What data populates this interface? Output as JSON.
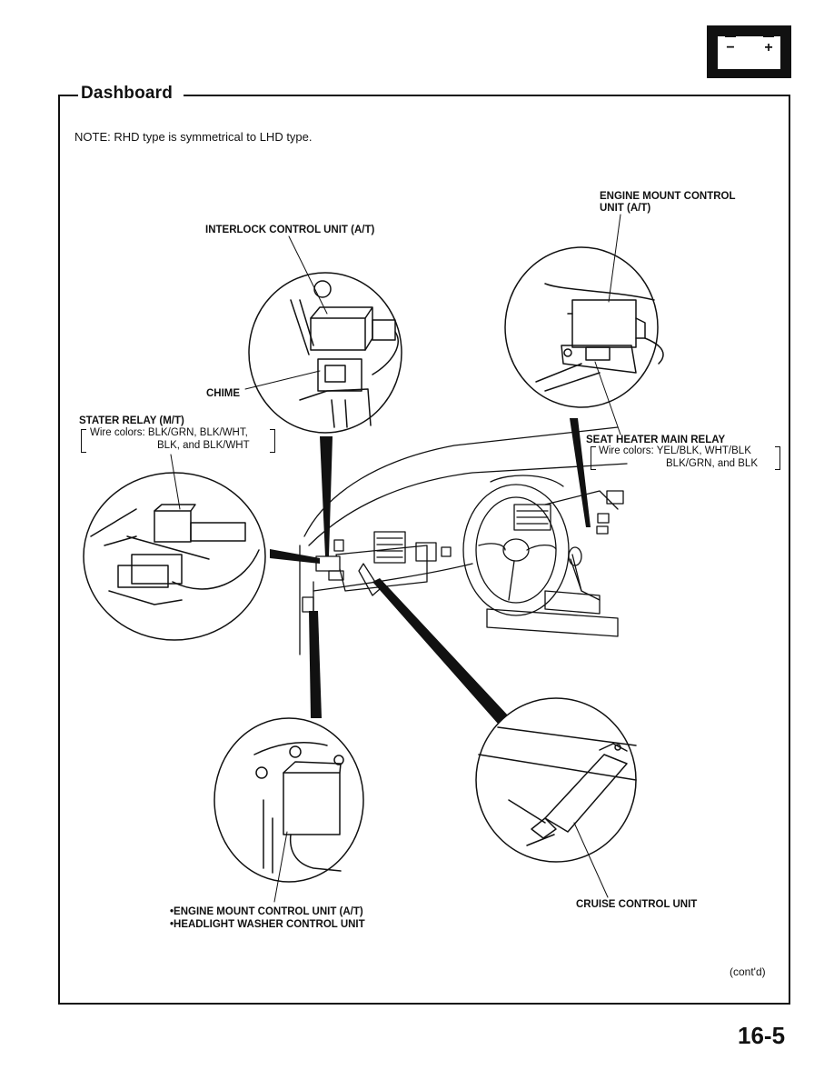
{
  "header": {
    "section_title": "Dashboard",
    "note": "NOTE: RHD type is symmetrical to LHD type."
  },
  "callouts": {
    "interlock": "INTERLOCK CONTROL UNIT (A/T)",
    "engine_mount_top_line1": "ENGINE MOUNT CONTROL",
    "engine_mount_top_line2": "UNIT (A/T)",
    "chime": "CHIME",
    "starter_relay": "STATER RELAY (M/T)",
    "starter_wires_line1": "Wire colors: BLK/GRN, BLK/WHT,",
    "starter_wires_line2": "BLK, and BLK/WHT",
    "seat_heater": "SEAT HEATER MAIN RELAY",
    "seat_wires_line1": "Wire colors: YEL/BLK, WHT/BLK",
    "seat_wires_line2": "BLK/GRN, and BLK",
    "bottom_left_line1": "•ENGINE MOUNT CONTROL UNIT (A/T)",
    "bottom_left_line2": "•HEADLIGHT WASHER CONTROL UNIT",
    "cruise": "CRUISE CONTROL UNIT"
  },
  "footer": {
    "contd": "(cont'd)",
    "page_number": "16-5"
  },
  "icons": {
    "battery": "battery-icon",
    "battery_minus": "−",
    "battery_plus": "+"
  },
  "colors": {
    "ink": "#111111",
    "paper": "#ffffff"
  }
}
